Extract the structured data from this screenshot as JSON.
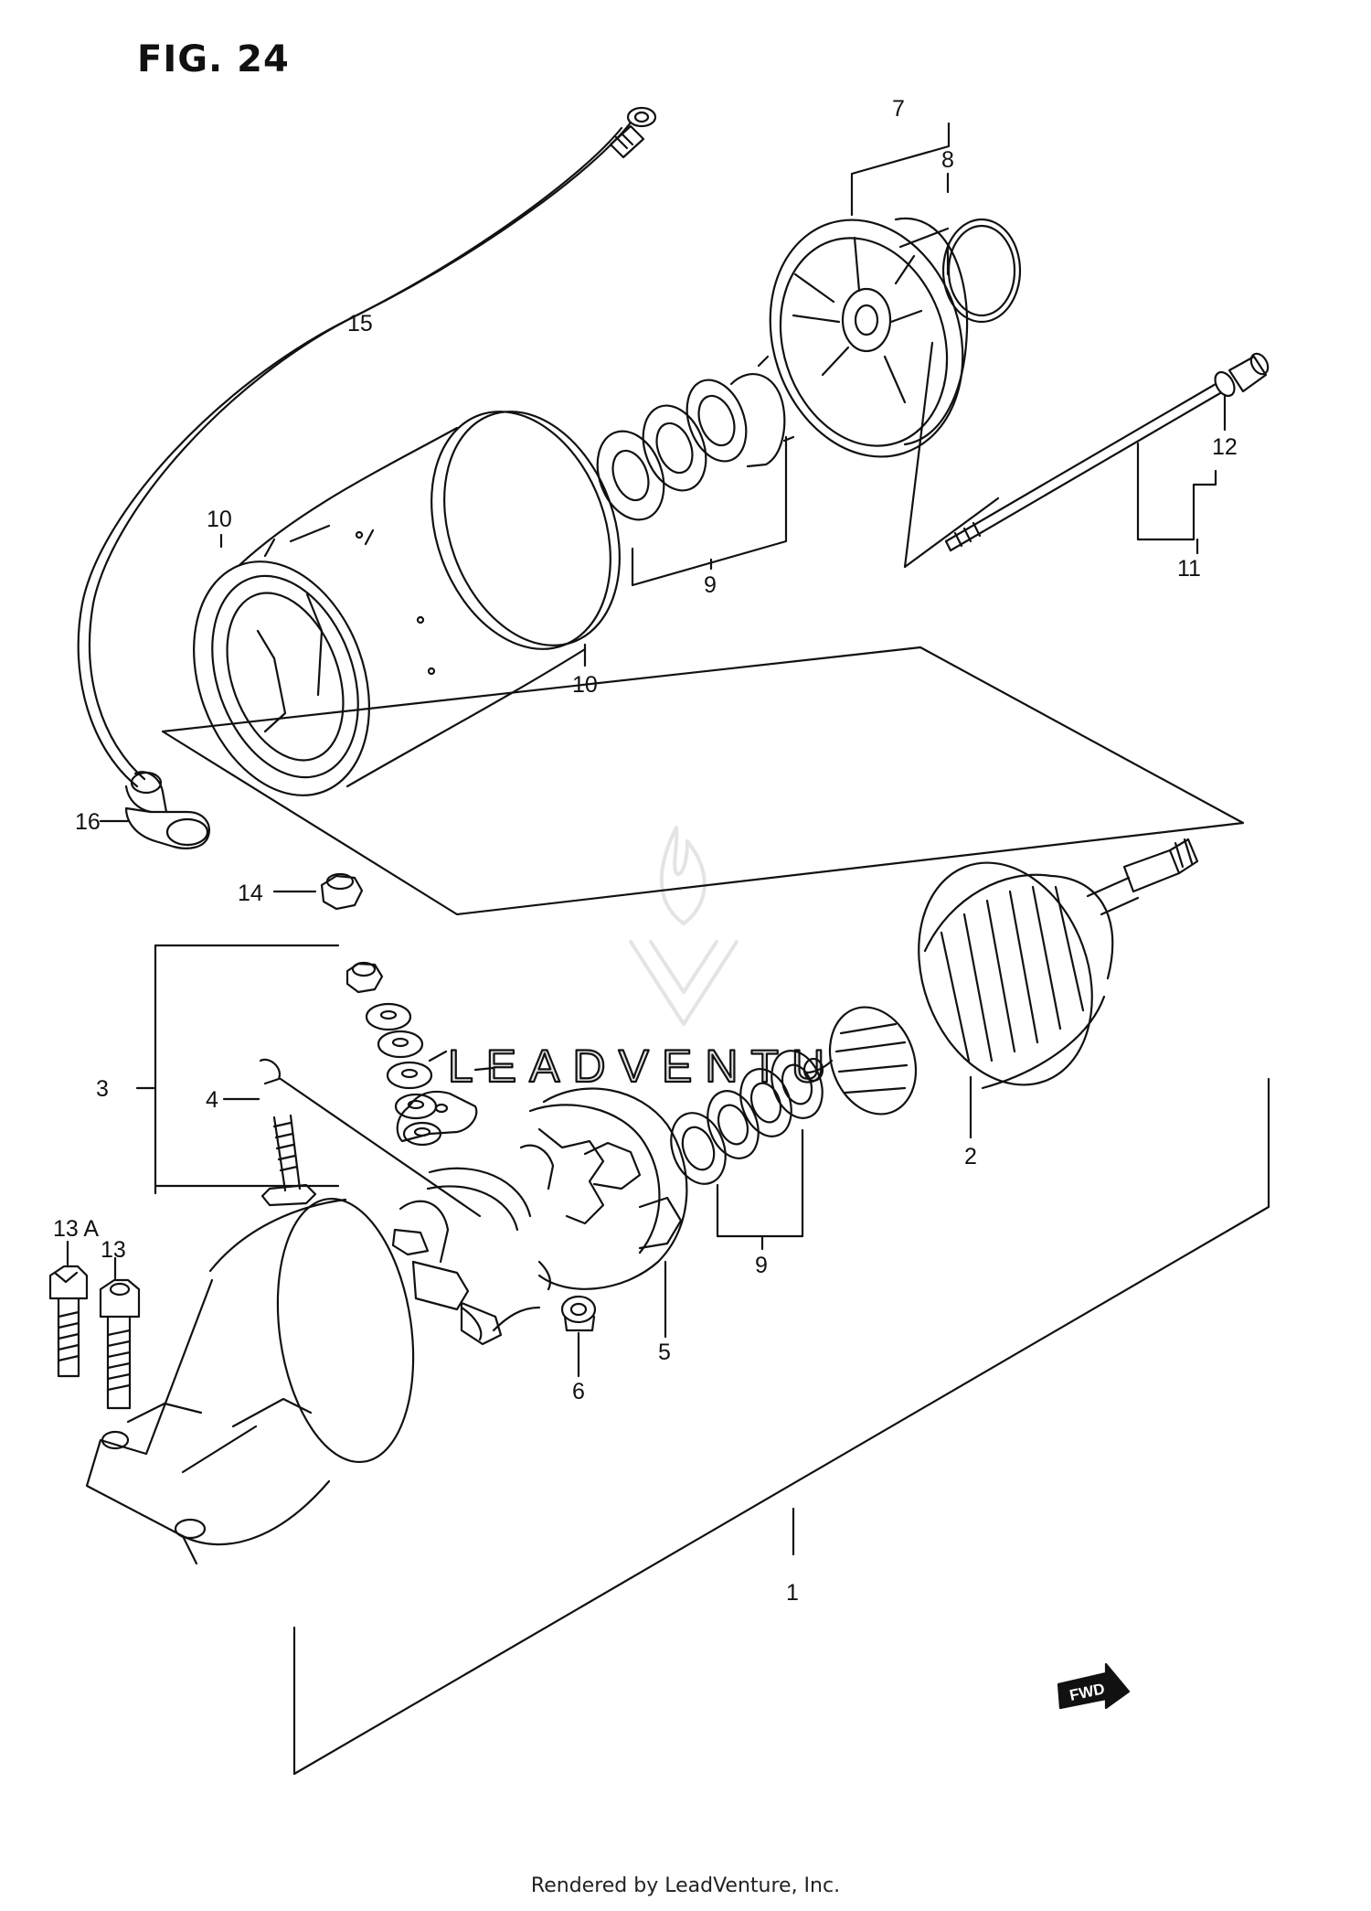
{
  "figure": {
    "title": "FIG. 24",
    "footer": "Rendered by LeadVenture, Inc.",
    "watermark": "LEADVENTU"
  },
  "callouts": {
    "c1": "1",
    "c2": "2",
    "c3": "3",
    "c4": "4",
    "c5": "5",
    "c6": "6",
    "c7": "7",
    "c8": "8",
    "c9_top": "9",
    "c9_bottom": "9",
    "c10_left": "10",
    "c10_right": "10",
    "c11": "11",
    "c12": "12",
    "c13": "13",
    "c13a": "13 A",
    "c14": "14",
    "c15": "15",
    "c16": "16"
  },
  "fwd_label": "FWD",
  "colors": {
    "line": "#111111",
    "watermark": "#e2e2e2",
    "background": "#ffffff"
  }
}
